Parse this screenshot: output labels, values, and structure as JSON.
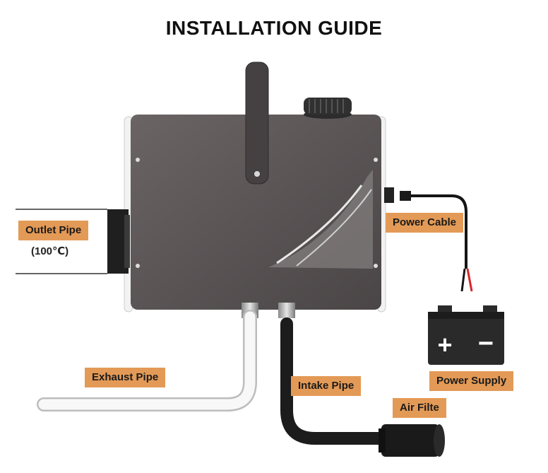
{
  "title": "INSTALLATION GUIDE",
  "labels": {
    "outlet_pipe": "Outlet Pipe",
    "outlet_temp": "(100℃)",
    "power_cable": "Power Cable",
    "exhaust_pipe": "Exhaust Pipe",
    "intake_pipe": "Intake Pipe",
    "power_supply": "Power Supply",
    "air_filter": "Air Filte"
  },
  "battery_symbols": {
    "plus": "+",
    "minus": "−"
  },
  "colors": {
    "label_bg": "#e39a56",
    "heater_body": "#5b5556",
    "battery": "#2a2a2a",
    "cable_red": "#d8262c"
  }
}
